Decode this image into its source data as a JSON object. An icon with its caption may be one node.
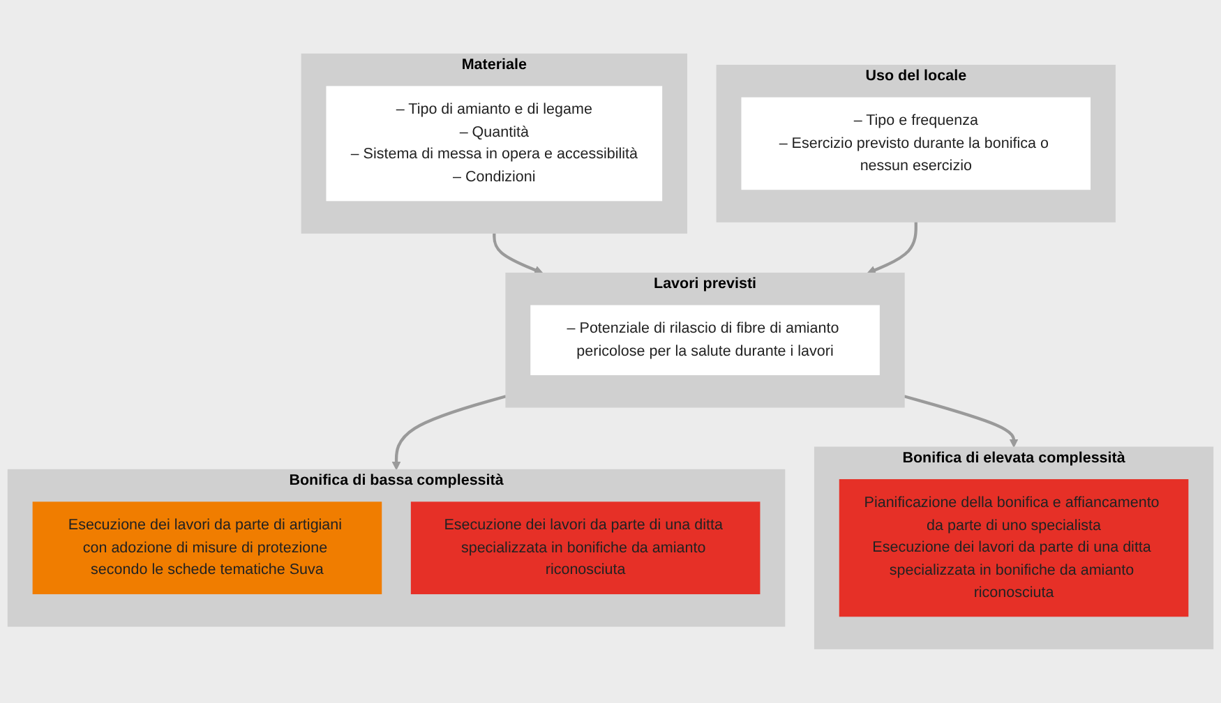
{
  "diagram": {
    "nodes": [
      {
        "text": [
          "Materiale"
        ]
      },
      {
        "text": [
          "– Tipo di amianto e di legame",
          "– Quantità",
          "– Sistema di messa in opera e accessibilità",
          "– Condizioni"
        ],
        "in": 0
      },
      {
        "text": [
          "Lavori previsti"
        ]
      },
      {
        "text": [
          "– Potenziale di rilascio di fibre di amianto pericolose per la salute durante i lavori"
        ],
        "in": 2
      },
      {
        "text": [
          "Uso del locale"
        ]
      },
      {
        "text": [
          "– Tipo e frequenza",
          "– Esercizio previsto durante la bonifica o nessun esercizio"
        ],
        "in": 4
      },
      {
        "text": [
          "Bonifica di bassa complessità"
        ]
      },
      {
        "text": [
          "Esecuzione dei lavori da parte di artigiani con adozione di misure di protezione secondo le schede tematiche Suva"
        ],
        "in": 6
      },
      {
        "text": [
          "Esecuzione dei lavori da parte di una ditta specializzata in bonifiche da amianto riconosciuta"
        ],
        "in": 6
      },
      {
        "text": [
          "Bonifica di elevata complessità"
        ]
      },
      {
        "text": [
          "Pianificazione della bonifica e affiancamento da parte di uno specialista",
          "Esecuzione dei lavori da parte di una ditta specializzata in bonifiche da amianto riconosciuta"
        ],
        "in": 9
      }
    ],
    "edges": [
      {
        "from": 0,
        "to": 2,
        "arrow": "to"
      },
      {
        "from": 4,
        "to": 2,
        "arrow": "to"
      },
      {
        "from": 2,
        "to": 6,
        "arrow": "to"
      },
      {
        "from": 2,
        "to": 9,
        "arrow": "to"
      }
    ]
  }
}
